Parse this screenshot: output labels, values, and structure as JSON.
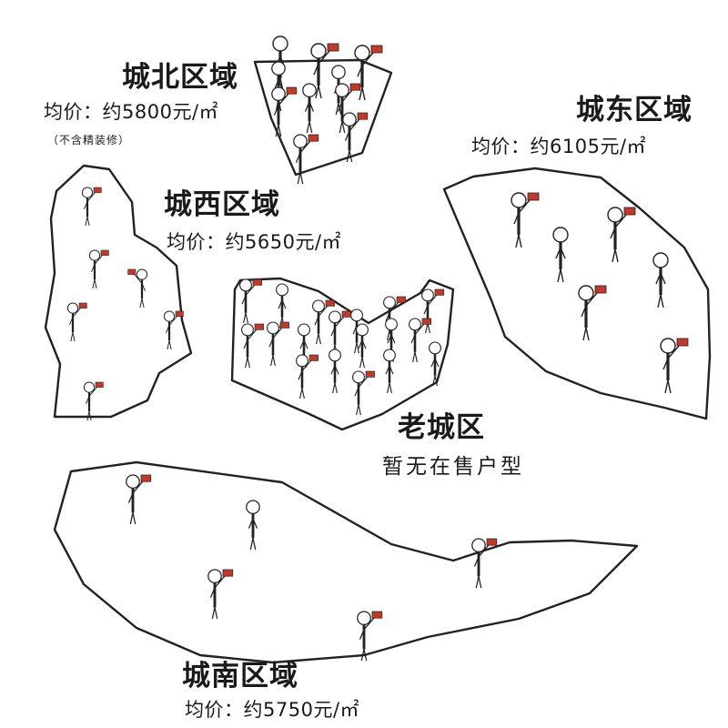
{
  "districts": {
    "north": {
      "name": "城北区域",
      "price": "均价：约5800元/㎡",
      "note": "（不含精装修）"
    },
    "east": {
      "name": "城东区域",
      "price": "均价：约6105元/㎡"
    },
    "west": {
      "name": "城西区域",
      "price": "均价：约5650元/㎡"
    },
    "old": {
      "name": "老城区",
      "status": "暂无在售户型"
    },
    "south": {
      "name": "城南区域",
      "price": "均价：约5750元/㎡"
    }
  },
  "colors": {
    "line": "#222222",
    "sign": "#c0392b",
    "background": "#ffffff"
  },
  "icons": [
    "stick-figure-icon",
    "stick-figure-with-sign-icon"
  ]
}
